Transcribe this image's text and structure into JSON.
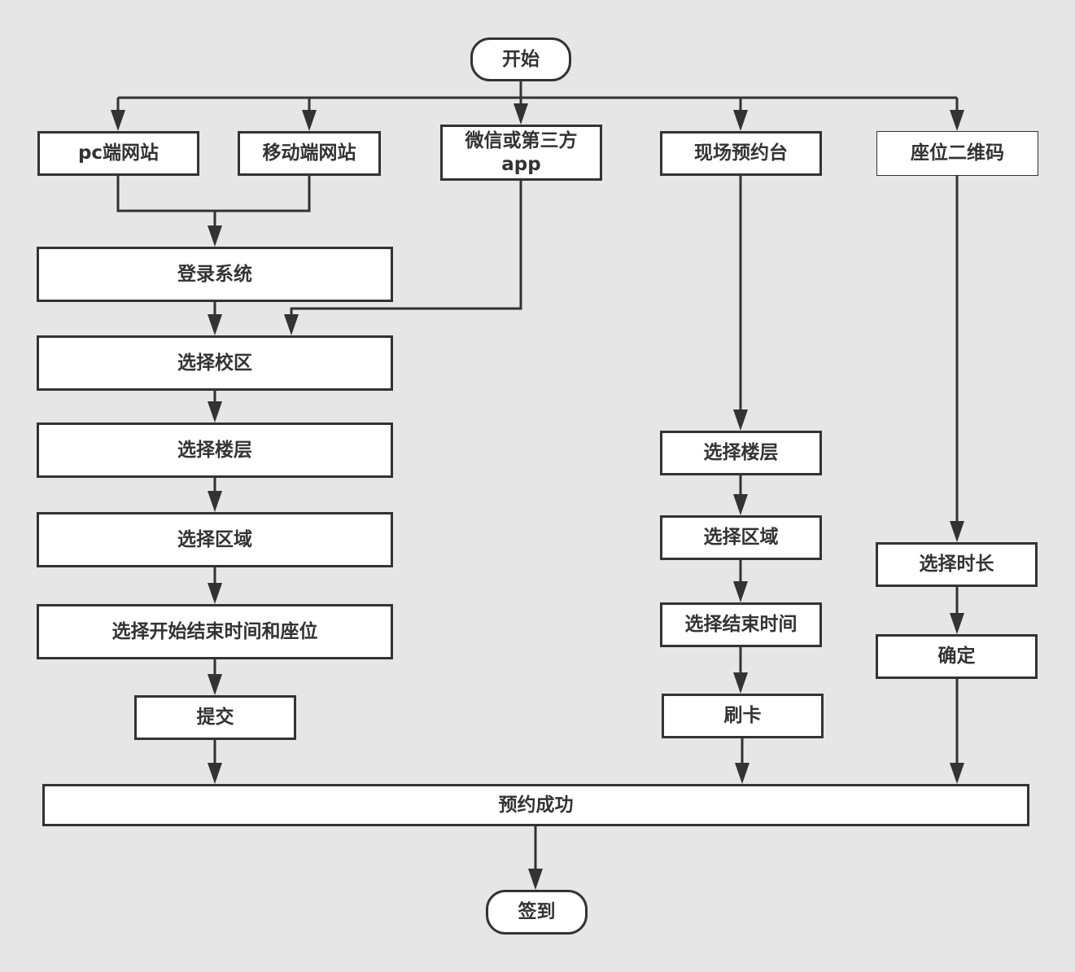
{
  "diagram": {
    "colors": {
      "background": "#e6e6e6",
      "node_fill": "#ffffff",
      "stroke": "#333333",
      "text": "#333333"
    },
    "nodes": {
      "start": "开始",
      "pc_site": "pc端网站",
      "mobile_site": "移动端网站",
      "wechat_app": "微信或第三方app",
      "onsite_desk": "现场预约台",
      "seat_qr": "座位二维码",
      "login": "登录系统",
      "select_campus": "选择校区",
      "select_floor_a": "选择楼层",
      "select_area_a": "选择区域",
      "select_time_seat": "选择开始结束时间和座位",
      "submit": "提交",
      "select_floor_b": "选择楼层",
      "select_area_b": "选择区域",
      "select_end_time": "选择结束时间",
      "swipe_card": "刷卡",
      "select_duration": "选择时长",
      "confirm": "确定",
      "success": "预约成功",
      "check_in": "签到"
    },
    "edges": [
      [
        "start",
        "pc_site"
      ],
      [
        "start",
        "mobile_site"
      ],
      [
        "start",
        "wechat_app"
      ],
      [
        "start",
        "onsite_desk"
      ],
      [
        "start",
        "seat_qr"
      ],
      [
        "pc_site",
        "login"
      ],
      [
        "mobile_site",
        "login"
      ],
      [
        "login",
        "select_campus"
      ],
      [
        "wechat_app",
        "select_campus"
      ],
      [
        "select_campus",
        "select_floor_a"
      ],
      [
        "select_floor_a",
        "select_area_a"
      ],
      [
        "select_area_a",
        "select_time_seat"
      ],
      [
        "select_time_seat",
        "submit"
      ],
      [
        "submit",
        "success"
      ],
      [
        "onsite_desk",
        "select_floor_b"
      ],
      [
        "select_floor_b",
        "select_area_b"
      ],
      [
        "select_area_b",
        "select_end_time"
      ],
      [
        "select_end_time",
        "swipe_card"
      ],
      [
        "swipe_card",
        "success"
      ],
      [
        "seat_qr",
        "select_duration"
      ],
      [
        "select_duration",
        "confirm"
      ],
      [
        "confirm",
        "success"
      ],
      [
        "success",
        "check_in"
      ]
    ]
  }
}
